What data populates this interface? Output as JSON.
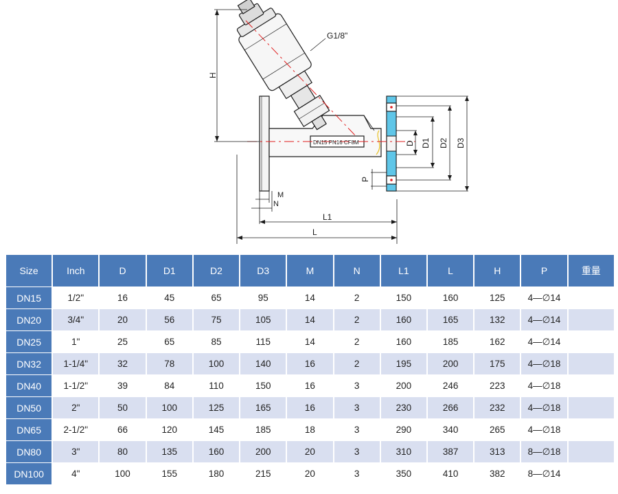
{
  "diagram": {
    "labels": {
      "port": "G1/8\"",
      "body_marking": "DN15  PN16  CF8M",
      "H": "H",
      "D": "D",
      "D1": "D1",
      "D2": "D2",
      "D3": "D3",
      "P": "P",
      "M": "M",
      "N": "N",
      "L1": "L1",
      "L": "L"
    },
    "colors": {
      "centerline": "#e02020",
      "flange_section": "#5fc6e8",
      "line": "#1a1a1a"
    }
  },
  "table": {
    "headers": [
      "Size",
      "Inch",
      "D",
      "D1",
      "D2",
      "D3",
      "M",
      "N",
      "L1",
      "L",
      "H",
      "P",
      "重量"
    ],
    "rows": [
      [
        "DN15",
        "1/2\"",
        "16",
        "45",
        "65",
        "95",
        "14",
        "2",
        "150",
        "160",
        "125",
        "4—∅14",
        ""
      ],
      [
        "DN20",
        "3/4\"",
        "20",
        "56",
        "75",
        "105",
        "14",
        "2",
        "160",
        "165",
        "132",
        "4—∅14",
        ""
      ],
      [
        "DN25",
        "1\"",
        "25",
        "65",
        "85",
        "115",
        "14",
        "2",
        "160",
        "185",
        "162",
        "4—∅14",
        ""
      ],
      [
        "DN32",
        "1-1/4\"",
        "32",
        "78",
        "100",
        "140",
        "16",
        "2",
        "195",
        "200",
        "175",
        "4—∅18",
        ""
      ],
      [
        "DN40",
        "1-1/2\"",
        "39",
        "84",
        "110",
        "150",
        "16",
        "3",
        "200",
        "246",
        "223",
        "4—∅18",
        ""
      ],
      [
        "DN50",
        "2\"",
        "50",
        "100",
        "125",
        "165",
        "16",
        "3",
        "230",
        "266",
        "232",
        "4—∅18",
        ""
      ],
      [
        "DN65",
        "2-1/2\"",
        "66",
        "120",
        "145",
        "185",
        "18",
        "3",
        "290",
        "340",
        "265",
        "4—∅18",
        ""
      ],
      [
        "DN80",
        "3\"",
        "80",
        "135",
        "160",
        "200",
        "20",
        "3",
        "310",
        "387",
        "313",
        "8—∅18",
        ""
      ],
      [
        "DN100",
        "4\"",
        "100",
        "155",
        "180",
        "215",
        "20",
        "3",
        "350",
        "410",
        "382",
        "8—∅14",
        ""
      ]
    ],
    "colors": {
      "header_bg": "#4a7ab8",
      "stripe_bg": "#d9dff0"
    }
  }
}
